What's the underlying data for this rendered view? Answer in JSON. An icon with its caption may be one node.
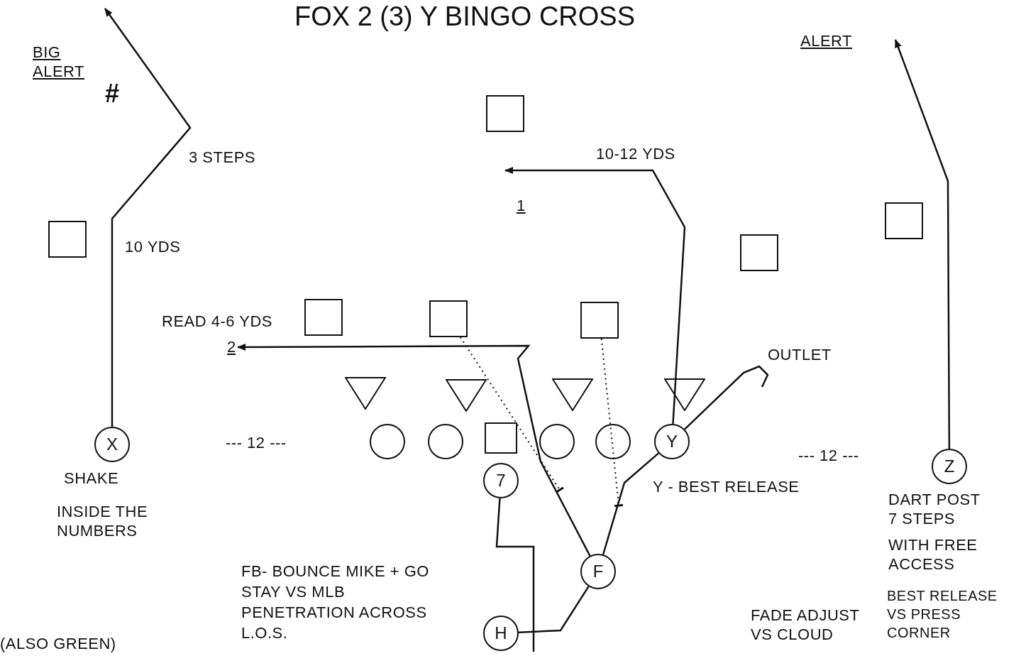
{
  "diagram": {
    "title": "FOX 2 (3) Y BINGO CROSS",
    "nodes": [
      {
        "text": [],
        "shape": "box"
      },
      {
        "text": [],
        "shape": "box"
      },
      {
        "text": [],
        "shape": "box"
      },
      {
        "text": [],
        "shape": "box"
      },
      {
        "text": [],
        "shape": "box"
      },
      {
        "text": [],
        "shape": "box"
      },
      {
        "text": [],
        "shape": "box"
      },
      {
        "text": [],
        "shape": "triangle"
      },
      {
        "text": [],
        "shape": "triangle"
      },
      {
        "text": [],
        "shape": "triangle"
      },
      {
        "text": [],
        "shape": "triangle"
      },
      {
        "text": [
          "X"
        ],
        "beside": [
          "SHAKE",
          "INSIDE THE NUMBERS"
        ]
      },
      {
        "text": [],
        "shape": "circle"
      },
      {
        "text": [],
        "shape": "circle"
      },
      {
        "text": [],
        "shape": "box"
      },
      {
        "text": [],
        "shape": "circle"
      },
      {
        "text": [],
        "shape": "circle"
      },
      {
        "text": [
          "Y"
        ]
      },
      {
        "text": [
          "Z"
        ],
        "beside": [
          "DART POST 7 STEPS",
          "WITH FREE ACCESS"
        ]
      },
      {
        "text": [
          "7"
        ]
      },
      {
        "text": [
          "F"
        ]
      },
      {
        "text": [
          "H"
        ]
      },
      {
        "text": [
          "2"
        ]
      }
    ],
    "edges": [
      {
        "from": 11,
        "to": null,
        "arrow": "to"
      },
      {
        "from": 18,
        "to": null,
        "arrow": "to"
      },
      {
        "from": 17,
        "to": null,
        "arrow": "to"
      },
      {
        "from": 17,
        "to": null,
        "arrow": "none"
      },
      {
        "from": 20,
        "to": 22,
        "arrow": "to"
      },
      {
        "from": 21,
        "to": 20,
        "arrow": "none"
      },
      {
        "from": 20,
        "to": 17,
        "arrow": "none"
      },
      {
        "from": 19,
        "to": null,
        "arrow": "none"
      },
      {
        "from": 5,
        "to": null,
        "arrow": "other",
        "style": "dashed"
      },
      {
        "from": 6,
        "to": null,
        "arrow": "other",
        "style": "dashed"
      }
    ],
    "labels": [
      "BIG ALERT",
      "#",
      "3 STEPS",
      "10 YDS",
      "ALERT",
      "10-12 YDS",
      "1",
      "READ 4-6 YDS",
      "OUTLET",
      "--- 12 ---",
      "--- 12 ---",
      "Y - BEST RELEASE",
      "FB- BOUNCE MIKE + GO STAY VS MLB PENETRATION ACROSS L.O.S.",
      "FADE ADJUST VS CLOUD",
      "BEST RELEASE VS PRESS CORNER",
      "(ALSO GREEN)"
    ]
  }
}
